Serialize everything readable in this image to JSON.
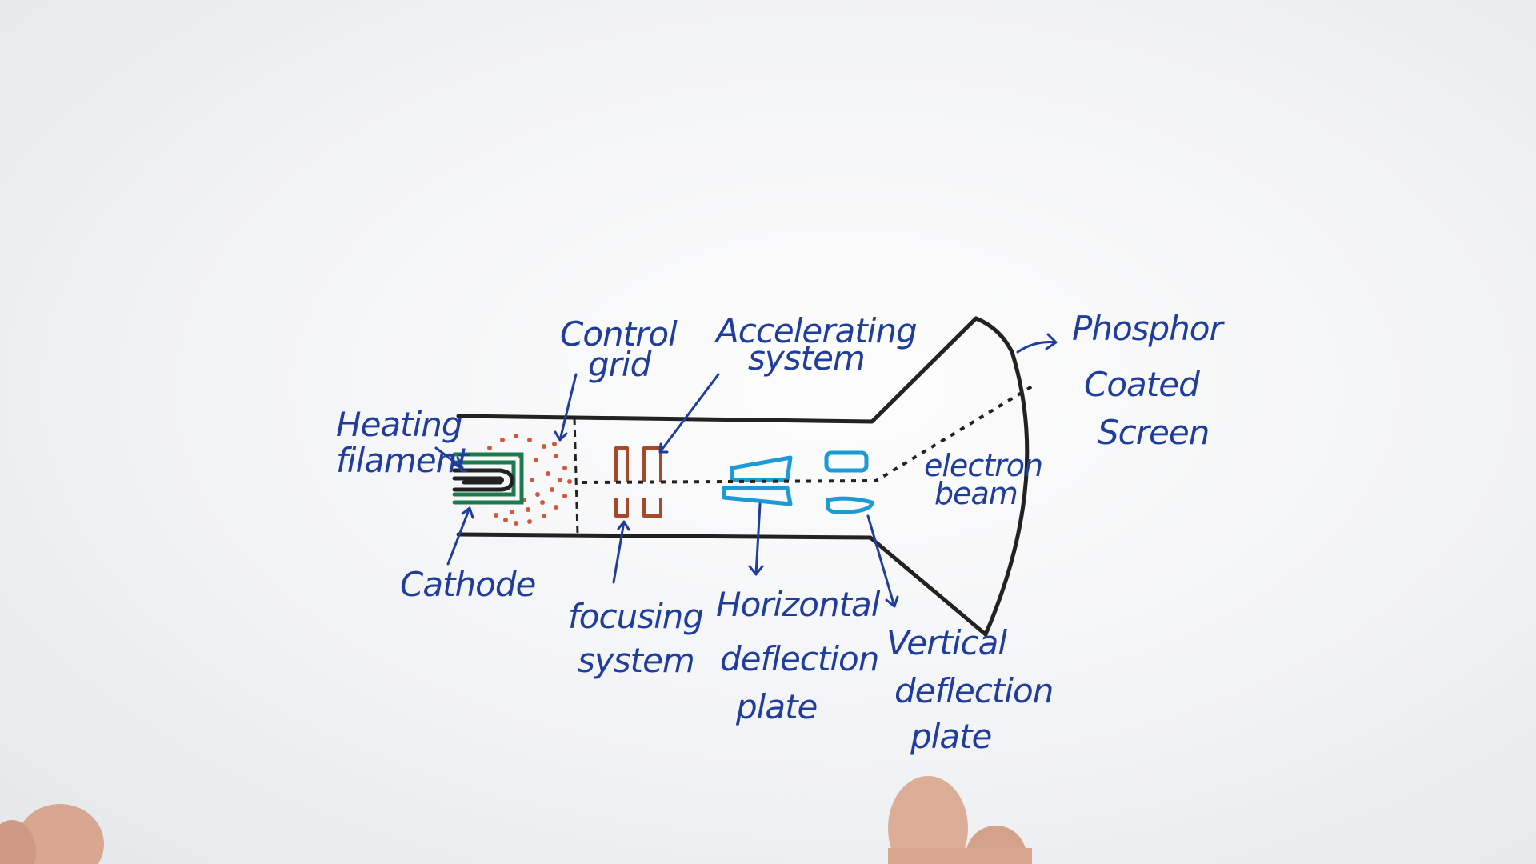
{
  "diagram": {
    "labels": {
      "heating_filament": [
        "Heating",
        "filament"
      ],
      "cathode": "Cathode",
      "control_grid": [
        "Control",
        "grid"
      ],
      "focusing_system": [
        "focusing",
        "system"
      ],
      "accelerating_system": [
        "Accelerating",
        "system"
      ],
      "horizontal_deflection_plate": [
        "Horizontal",
        "deflection",
        "plate"
      ],
      "vertical_deflection_plate": [
        "Vertical",
        "deflection",
        "plate"
      ],
      "electron_beam": [
        "electron",
        "beam"
      ],
      "phosphor_coated_screen": [
        "Phosphor",
        "Coated",
        "Screen"
      ]
    },
    "colors": {
      "ink_black": "#222222",
      "ink_blue": "#1f3d9c",
      "cathode_green": "#1e7a4e",
      "focus_brown": "#a44a2a",
      "deflection_cyan": "#1b9ad6",
      "electron_cloud": "#d4573a"
    }
  }
}
